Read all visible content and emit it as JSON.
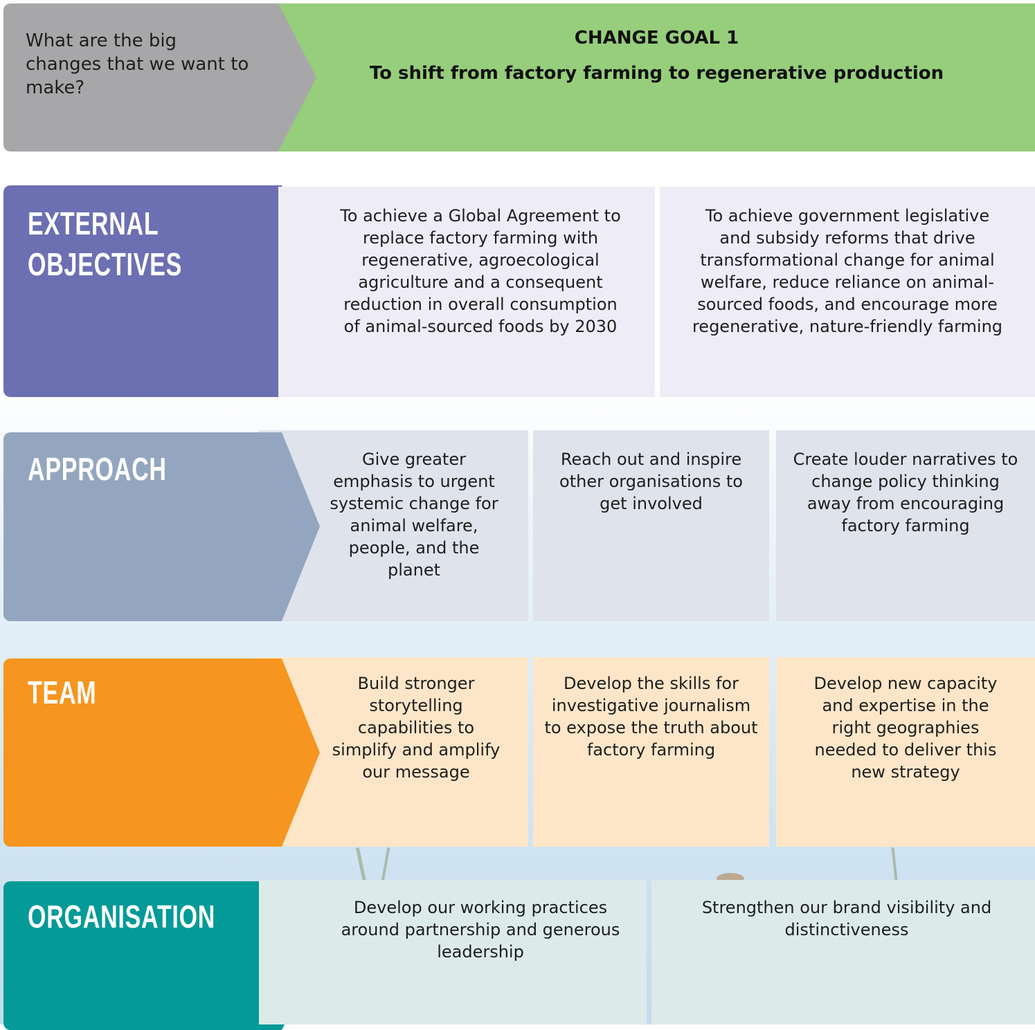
{
  "header": {
    "question": "What are the big changes that we want to make?",
    "goal_title": "CHANGE GOAL 1",
    "goal_text": "To shift from factory farming to regenerative production"
  },
  "rows": {
    "external_objectives": {
      "label_line1": "EXTERNAL",
      "label_line2": "OBJECTIVES",
      "items": [
        "To achieve a Global Agreement to replace factory farming with regenerative, agroecological agriculture and a consequent reduction in overall consumption of animal-sourced foods by 2030",
        "To achieve government legislative and subsidy reforms that drive transformational change for animal welfare, reduce reliance on animal-sourced foods, and encourage more regenerative, nature-friendly farming"
      ]
    },
    "approach": {
      "label": "APPROACH",
      "items": [
        "Give greater emphasis to urgent systemic change for animal welfare, people, and the planet",
        "Reach out and inspire other organisations to get involved",
        "Create louder narratives to change policy thinking away from encouraging factory farming"
      ]
    },
    "team": {
      "label": "TEAM",
      "items": [
        "Build stronger storytelling capabilities to simplify and amplify our message",
        "Develop the skills for investigative journalism to expose the truth about factory farming",
        "Develop new capacity and expertise in the right geographies needed to deliver this new strategy"
      ]
    },
    "organisation": {
      "label": "ORGANISATION",
      "items": [
        "Develop our working practices around partnership and generous leadership",
        "Strengthen our brand visibility and distinctiveness"
      ]
    }
  },
  "colors": {
    "goal_green": "#96ce7b",
    "question_grey": "#a7a7a9",
    "objectives_purple": "#6c6fb1",
    "approach_slate": "#94a6bf",
    "team_orange": "#f6951f",
    "organisation_teal": "#049a97"
  }
}
